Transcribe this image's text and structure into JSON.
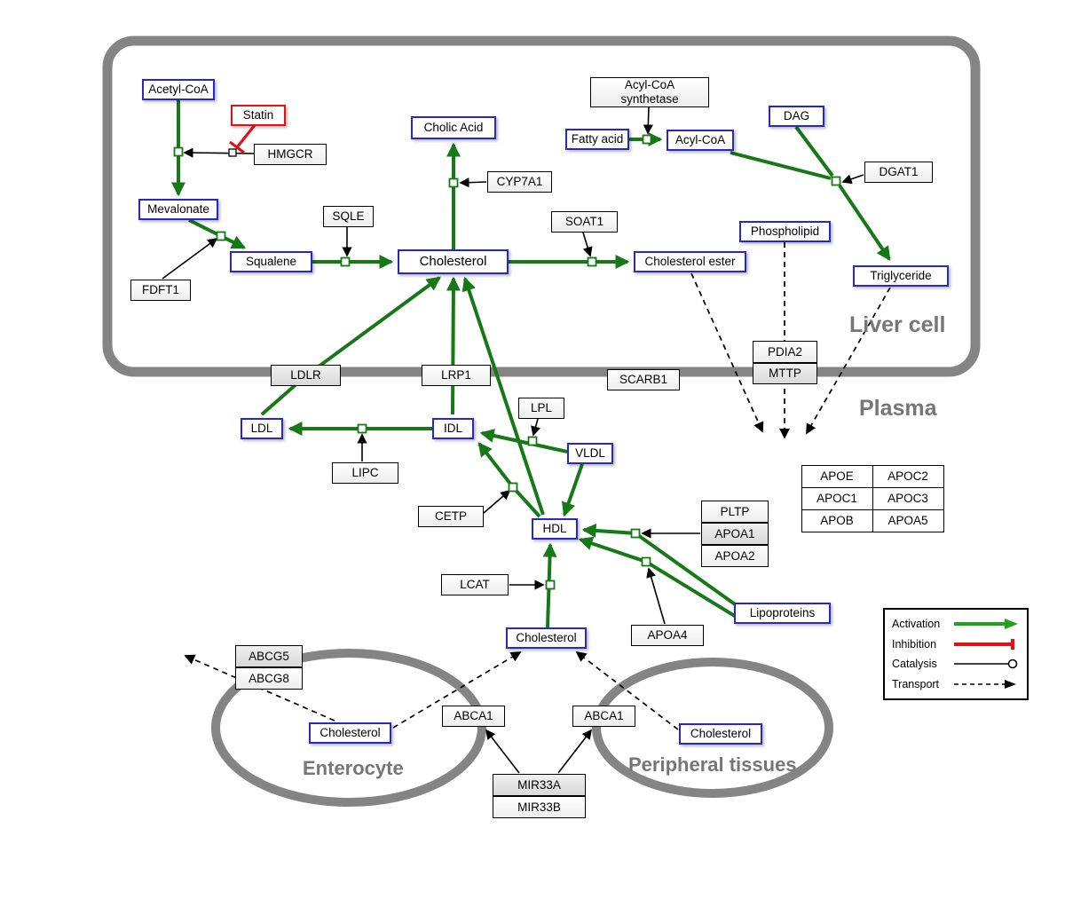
{
  "regions": {
    "liver": "Liver cell",
    "plasma": "Plasma",
    "enterocyte": "Enterocyte",
    "peripheral": "Peripheral tissues"
  },
  "nodes": {
    "acetyl_coa": "Acetyl-CoA",
    "statin": "Statin",
    "hmgcr": "HMGCR",
    "mevalonate": "Mevalonate",
    "fdft1": "FDFT1",
    "squalene": "Squalene",
    "sqle": "SQLE",
    "cholesterol_liver": "Cholesterol",
    "cholic_acid": "Cholic Acid",
    "cyp7a1": "CYP7A1",
    "soat1": "SOAT1",
    "cholesterol_ester": "Cholesterol ester",
    "fatty_acid": "Fatty acid",
    "acyl_coa_synthetase_line1": "Acyl-CoA",
    "acyl_coa_synthetase_line2": "synthetase",
    "acyl_coa": "Acyl-CoA",
    "dag": "DAG",
    "dgat1": "DGAT1",
    "phospholipid": "Phospholipid",
    "triglyceride": "Triglyceride",
    "ldlr": "LDLR",
    "lrp1": "LRP1",
    "scarb1": "SCARB1",
    "pdia2": "PDIA2",
    "mttp": "MTTP",
    "ldl": "LDL",
    "idl": "IDL",
    "lipc": "LIPC",
    "lpl": "LPL",
    "vldl": "VLDL",
    "cetp": "CETP",
    "hdl": "HDL",
    "lcat": "LCAT",
    "pltp": "PLTP",
    "apoa1": "APOA1",
    "apoa2": "APOA2",
    "apoa4": "APOA4",
    "lipoproteins": "Lipoproteins",
    "cholesterol_plasma": "Cholesterol",
    "abcg5": "ABCG5",
    "abcg8": "ABCG8",
    "cholesterol_enterocyte": "Cholesterol",
    "cholesterol_peripheral": "Cholesterol",
    "abca1_enterocyte": "ABCA1",
    "abca1_peripheral": "ABCA1",
    "mir33a": "MIR33A",
    "mir33b": "MIR33B"
  },
  "tables": {
    "apolipoproteins": [
      [
        "APOE",
        "APOC2"
      ],
      [
        "APOC1",
        "APOC3"
      ],
      [
        "APOB",
        "APOA5"
      ]
    ]
  },
  "legend": {
    "activation": "Activation",
    "inhibition": "Inhibition",
    "catalysis": "Catalysis",
    "transport": "Transport"
  },
  "colors": {
    "activation_green": "#177817",
    "inhibition_red": "#e21212",
    "metabolite_border_blue": "#2727cd",
    "membrane_gray": "#848484"
  }
}
